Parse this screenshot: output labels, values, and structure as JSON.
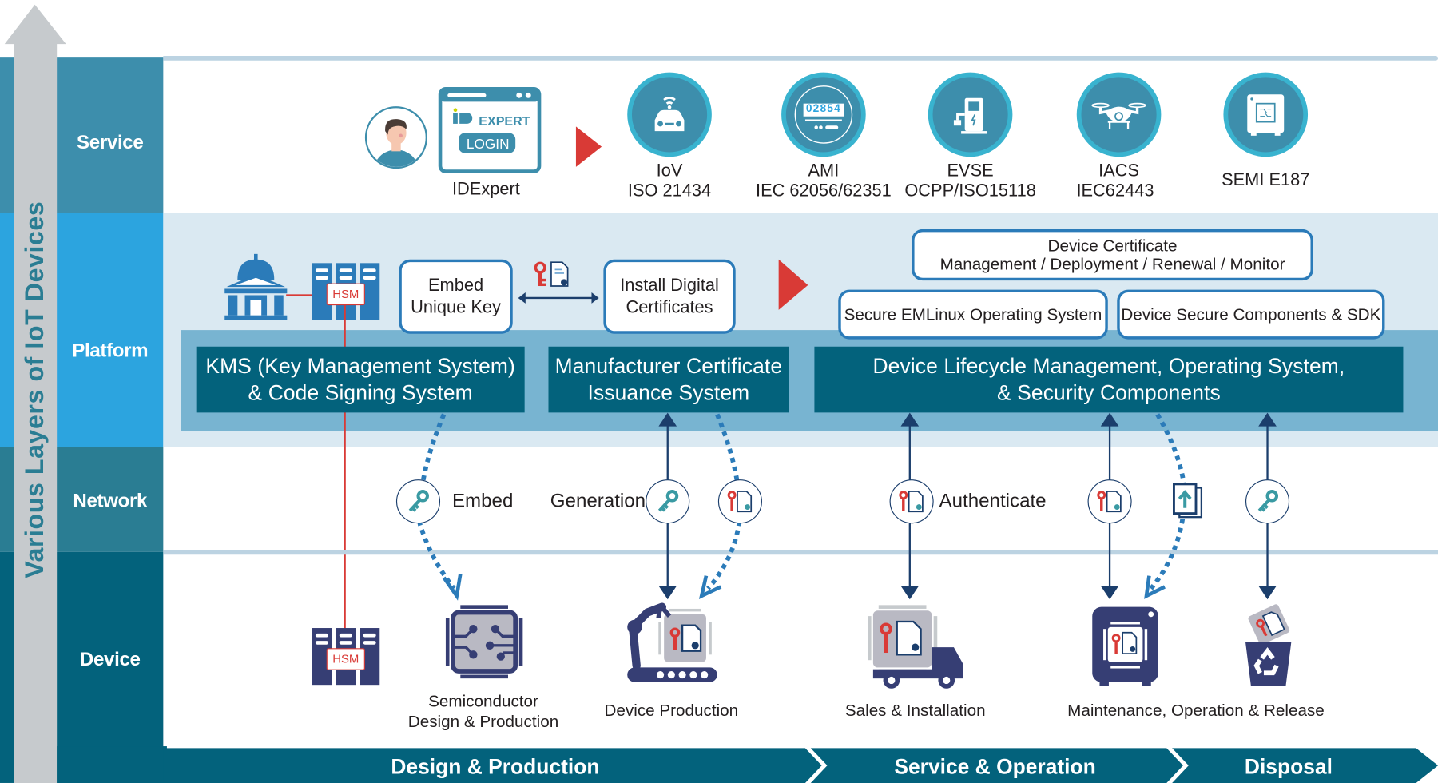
{
  "axis": {
    "label": "Various Layers of IoT Devices"
  },
  "layers": [
    {
      "name": "Service",
      "color": "#3d8eac"
    },
    {
      "name": "Platform",
      "color": "#2ca4df"
    },
    {
      "name": "Network",
      "color": "#2a7d93"
    },
    {
      "name": "Device",
      "color": "#03627c"
    }
  ],
  "service": {
    "idexpert": {
      "logo_text": "EXPERT",
      "button": "LOGIN",
      "label": "IDExpert"
    },
    "standards": [
      {
        "icon": "car-icon",
        "name": "IoV",
        "standard": "ISO 21434"
      },
      {
        "icon": "meter-icon",
        "name": "AMI",
        "standard": "IEC 62056/62351",
        "meter_digits": "02854"
      },
      {
        "icon": "ev-charger-icon",
        "name": "EVSE",
        "standard": "OCPP/ISO15118"
      },
      {
        "icon": "drone-icon",
        "name": "IACS",
        "standard": "IEC62443"
      },
      {
        "icon": "chip-box-icon",
        "name": "SEMI E187",
        "standard": ""
      }
    ]
  },
  "platform": {
    "hsm_label": "HSM",
    "embed_key": {
      "line1": "Embed",
      "line2": "Unique Key"
    },
    "install_certs": {
      "line1": "Install Digital",
      "line2": "Certificates"
    },
    "device_cert": {
      "line1": "Device Certificate",
      "line2": "Management / Deployment / Renewal / Monitor"
    },
    "emlinux": "Secure EMLinux Operating System",
    "secure_components": "Device Secure Components & SDK",
    "kms": {
      "line1": "KMS (Key Management System)",
      "line2": "& Code Signing System"
    },
    "mcis": {
      "line1": "Manufacturer Certificate",
      "line2": "Issuance System"
    },
    "dlm": {
      "line1": "Device Lifecycle Management, Operating System,",
      "line2": "& Security Components"
    }
  },
  "network": {
    "labels": {
      "embed": "Embed",
      "generation": "Generation",
      "authenticate": "Authenticate"
    }
  },
  "device": {
    "hsm_label": "HSM",
    "items": [
      {
        "line1": "Semiconductor",
        "line2": "Design & Production"
      },
      {
        "line1": "Device Production",
        "line2": ""
      },
      {
        "line1": "Sales & Installation",
        "line2": ""
      },
      {
        "line1": "Maintenance, Operation & Release",
        "line2": ""
      }
    ]
  },
  "phases": [
    {
      "label": "Design & Production"
    },
    {
      "label": "Service & Operation"
    },
    {
      "label": "Disposal"
    }
  ],
  "colors": {
    "accent_red": "#d93a36",
    "navy": "#1b3e6c",
    "dotted_blue": "#2b7bb9",
    "device_navy": "#363e74",
    "phase_teal": "#03627c"
  }
}
